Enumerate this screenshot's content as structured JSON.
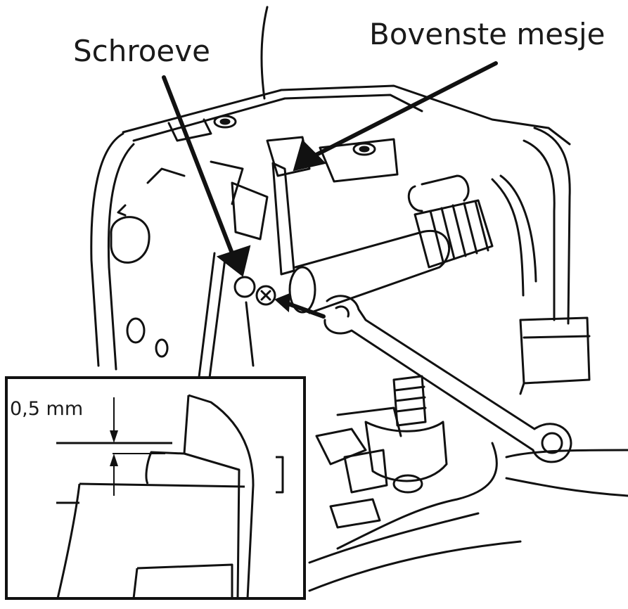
{
  "labels": {
    "screw": "Schroeve",
    "upper_knife": "Bovenste mesje",
    "gap": "0,5 mm"
  },
  "colors": {
    "line": "#111111",
    "background": "#ffffff"
  }
}
